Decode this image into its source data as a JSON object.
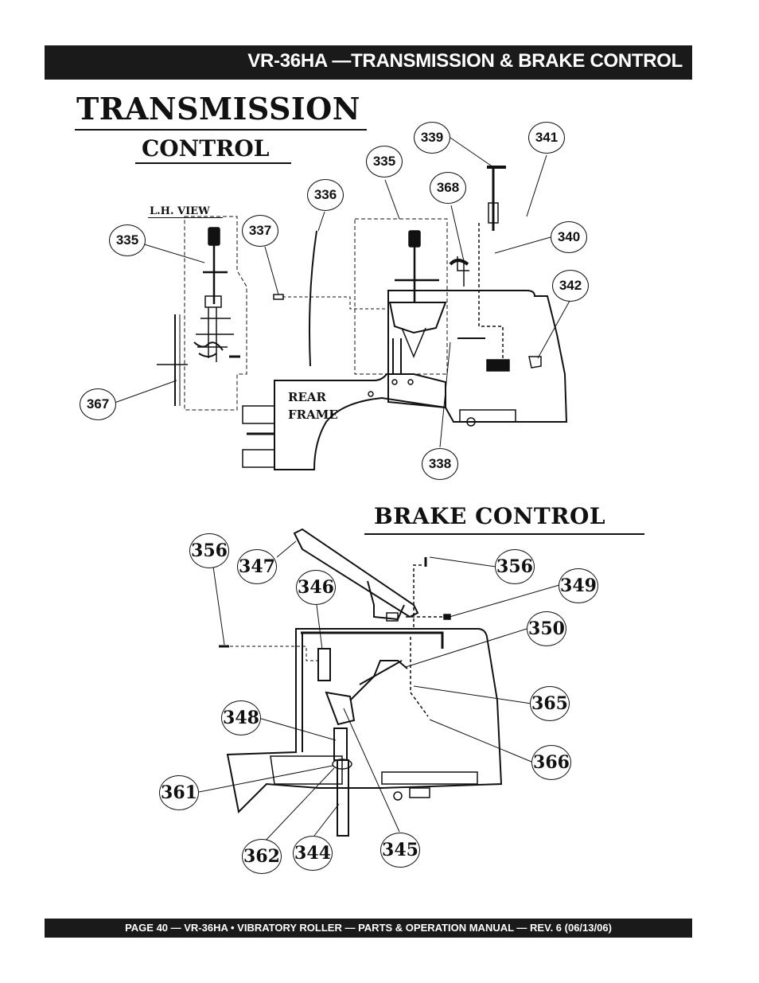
{
  "header": {
    "title": "VR-36HA —TRANSMISSION & BRAKE CONTROL"
  },
  "transmission": {
    "title": "TRANSMISSION",
    "subtitle": "CONTROL",
    "view_label": "L.H. VIEW",
    "frame_label_1": "REAR",
    "frame_label_2": "FRAME",
    "callouts": {
      "c339": "339",
      "c341": "341",
      "c335a": "335",
      "c335b": "335",
      "c368": "368",
      "c336": "336",
      "c337": "337",
      "c340": "340",
      "c342": "342",
      "c367": "367",
      "c338": "338"
    }
  },
  "brake": {
    "title": "BRAKE CONTROL",
    "callouts": {
      "c356a": "356",
      "c347": "347",
      "c346": "346",
      "c356b": "356",
      "c349": "349",
      "c350": "350",
      "c365": "365",
      "c348": "348",
      "c366": "366",
      "c361": "361",
      "c362": "362",
      "c344": "344",
      "c345": "345"
    }
  },
  "footer": {
    "text": "PAGE 40 — VR-36HA • VIBRATORY ROLLER — PARTS & OPERATION MANUAL — REV. 6 (06/13/06)"
  }
}
